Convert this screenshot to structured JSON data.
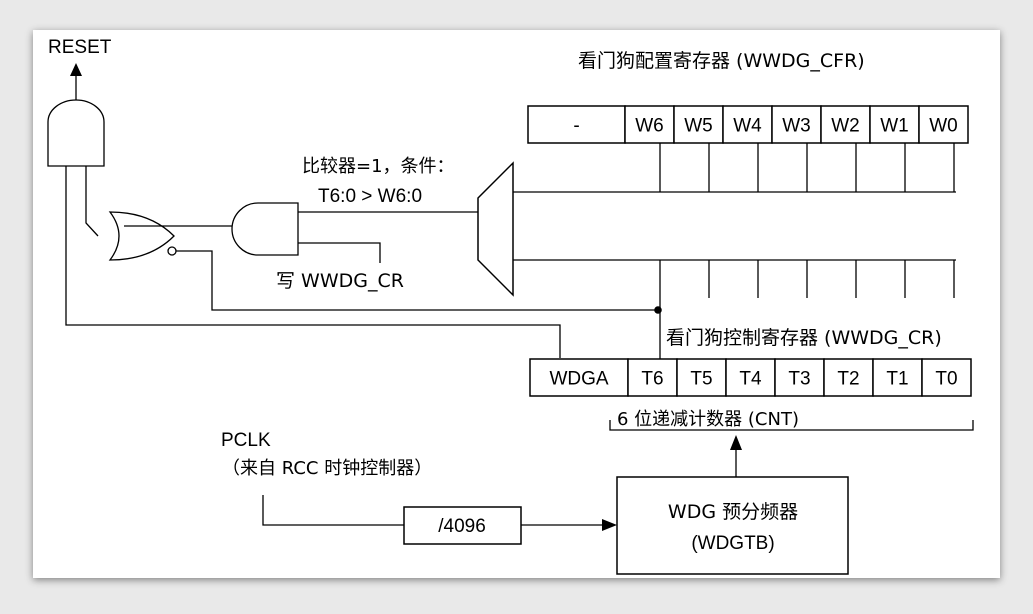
{
  "reset_label": "RESET",
  "cfr": {
    "title": "看门狗配置寄存器 (WWDG_CFR)",
    "cells": [
      "-",
      "W6",
      "W5",
      "W4",
      "W3",
      "W2",
      "W1",
      "W0"
    ]
  },
  "comparator": {
    "line1": "比较器=1，条件：",
    "line2": "T6:0 > W6:0"
  },
  "write_cr_label": "写 WWDG_CR",
  "cr": {
    "title": "看门狗控制寄存器 (WWDG_CR)",
    "cells": [
      "WDGA",
      "T6",
      "T5",
      "T4",
      "T3",
      "T2",
      "T1",
      "T0"
    ],
    "counter_label": "6 位递减计数器 (CNT)"
  },
  "pclk": {
    "line1": "PCLK",
    "line2": "（来自 RCC 时钟控制器）"
  },
  "divider_label": "/4096",
  "prescaler": {
    "line1": "WDG 预分频器",
    "line2": "(WDGTB)"
  }
}
